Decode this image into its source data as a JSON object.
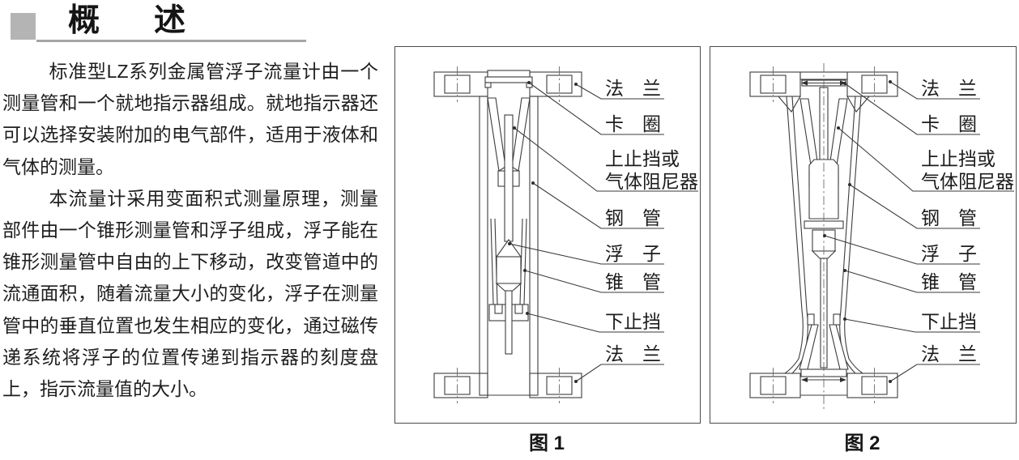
{
  "page": {
    "title": "概　述",
    "paragraphs": [
      "标准型LZ系列金属管浮子流量计由一个测量管和一个就地指示器组成。就地指示器还可以选择安装附加的电气部件，适用于液体和气体的测量。",
      "本流量计采用变面积式测量原理，测量部件由一个锥形测量管和浮子组成，浮子能在锥形测量管中自由的上下移动，改变管道中的流通面积，随着流量大小的变化，浮子在测量管中的垂直位置也发生相应的变化，通过磁传递系统将浮子的位置传递到指示器的刻度盘上，指示流量值的大小。"
    ]
  },
  "figures": [
    {
      "caption": "图 1",
      "labels": {
        "flange_top": "法　兰",
        "clamp_ring": "卡　圈",
        "upper_stop_1": "上止挡或",
        "upper_stop_2": "气体阻尼器",
        "steel_tube": "钢　管",
        "float": "浮　子",
        "cone_tube": "锥　管",
        "lower_stop": "下止挡",
        "flange_bottom": "法　兰"
      }
    },
    {
      "caption": "图 2",
      "labels": {
        "flange_top": "法　兰",
        "clamp_ring": "卡　圈",
        "upper_stop_1": "上止挡或",
        "upper_stop_2": "气体阻尼器",
        "steel_tube": "钢　管",
        "float": "浮　子",
        "cone_tube": "锥　管",
        "lower_stop": "下止挡",
        "flange_bottom": "法　兰"
      }
    }
  ],
  "colors": {
    "background": "#ffffff",
    "text": "#1e1e1e",
    "line_art": "#3c3c3c",
    "title_square": "#b4b4b4",
    "title_rule": "#a6a6a6"
  }
}
